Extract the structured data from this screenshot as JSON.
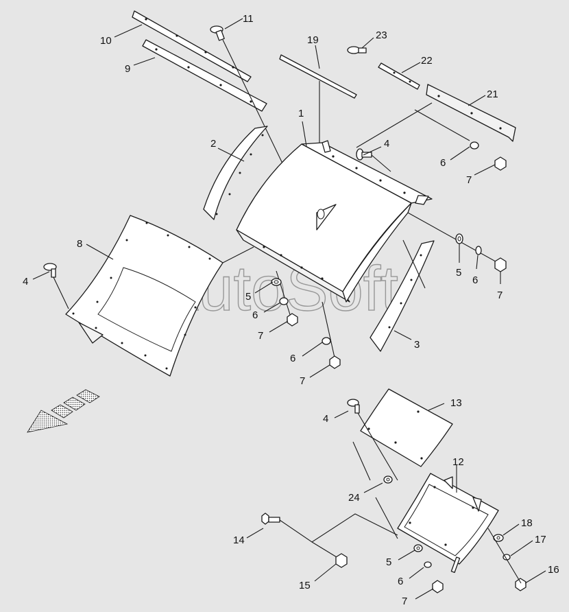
{
  "watermark": "AutoSoft",
  "callouts": {
    "c1": "1",
    "c2": "2",
    "c3": "3",
    "c4a": "4",
    "c4b": "4",
    "c4c": "4",
    "c5a": "5",
    "c5b": "5",
    "c5c": "5",
    "c6a": "6",
    "c6b": "6",
    "c6c": "6",
    "c6d": "6",
    "c6e": "6",
    "c7a": "7",
    "c7b": "7",
    "c7c": "7",
    "c7d": "7",
    "c7e": "7",
    "c8": "8",
    "c9": "9",
    "c10": "10",
    "c11": "11",
    "c12": "12",
    "c13": "13",
    "c14": "14",
    "c15": "15",
    "c16": "16",
    "c17": "17",
    "c18": "18",
    "c19": "19",
    "c21": "21",
    "c22": "22",
    "c23": "23",
    "c24": "24"
  }
}
